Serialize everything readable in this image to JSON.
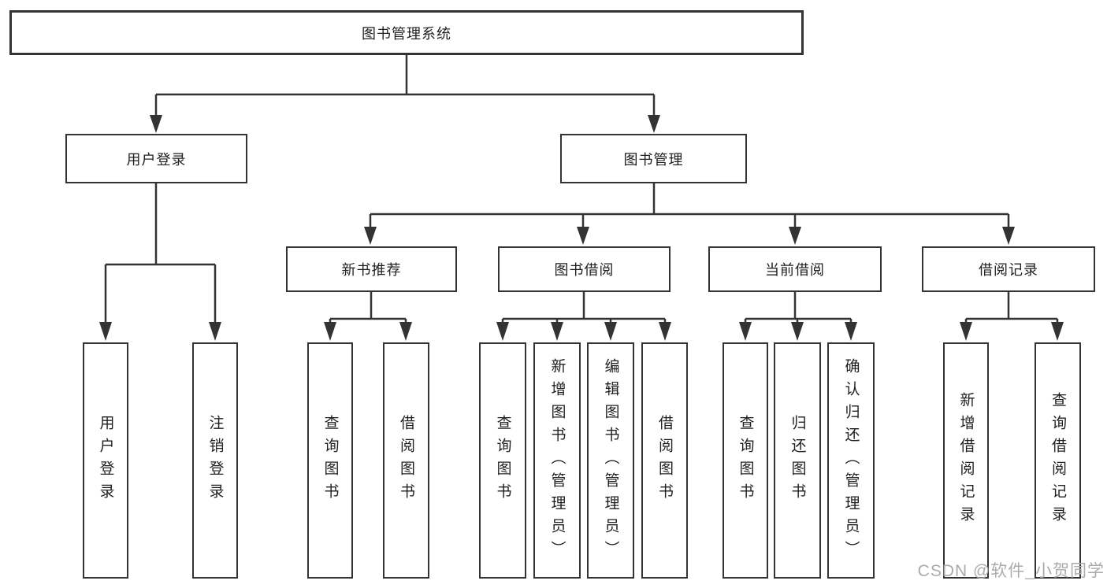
{
  "title": "图书管理系统",
  "tree": {
    "label": "图书管理系统",
    "children": [
      {
        "label": "用户登录",
        "children": [
          {
            "label": "用户登录"
          },
          {
            "label": "注销登录"
          }
        ]
      },
      {
        "label": "图书管理",
        "children": [
          {
            "label": "新书推荐",
            "children": [
              {
                "label": "查询图书"
              },
              {
                "label": "借阅图书"
              }
            ]
          },
          {
            "label": "图书借阅",
            "children": [
              {
                "label": "查询图书"
              },
              {
                "label": "新增图书（管理员）"
              },
              {
                "label": "编辑图书（管理员）"
              },
              {
                "label": "借阅图书"
              }
            ]
          },
          {
            "label": "当前借阅",
            "children": [
              {
                "label": "查询图书"
              },
              {
                "label": "归还图书"
              },
              {
                "label": "确认归还（管理员）"
              }
            ]
          },
          {
            "label": "借阅记录",
            "children": [
              {
                "label": "新增借阅记录"
              },
              {
                "label": "查询借阅记录"
              }
            ]
          }
        ]
      }
    ]
  },
  "watermark": {
    "text": "CSDN @软件_小贺同学",
    "color": "#ababab"
  },
  "colors": {
    "line": "#333333",
    "box_border": "#333333",
    "text": "#1f1f1f",
    "background": "#ffffff"
  }
}
